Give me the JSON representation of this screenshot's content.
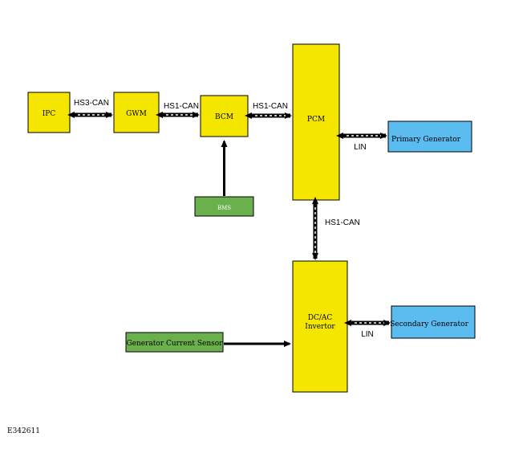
{
  "diagram": {
    "colors": {
      "module_fill": "#f5e600",
      "sensor_fill": "#6ab04c",
      "generator_fill": "#5bbcf0",
      "stroke": "#000000",
      "arrow": "#000000",
      "dotted": "#ffffff"
    },
    "nodes": {
      "ipc": "IPC",
      "gwm": "GWM",
      "bcm": "BCM",
      "pcm": "PCM",
      "bms": "BMS",
      "primary_generator": "Primary Generator",
      "dcac_line1": "DC/AC",
      "dcac_line2": "Invertor",
      "secondary_generator": "Secondary Generator",
      "generator_current_sensor": "Generator Current Sensor"
    },
    "links": {
      "ipc_gwm": "HS3-CAN",
      "gwm_bcm": "HS1-CAN",
      "bcm_pcm": "HS1-CAN",
      "pcm_primary": "LIN",
      "pcm_dcac": "HS1-CAN",
      "dcac_secondary": "LIN"
    },
    "figure_id": "E342611"
  }
}
